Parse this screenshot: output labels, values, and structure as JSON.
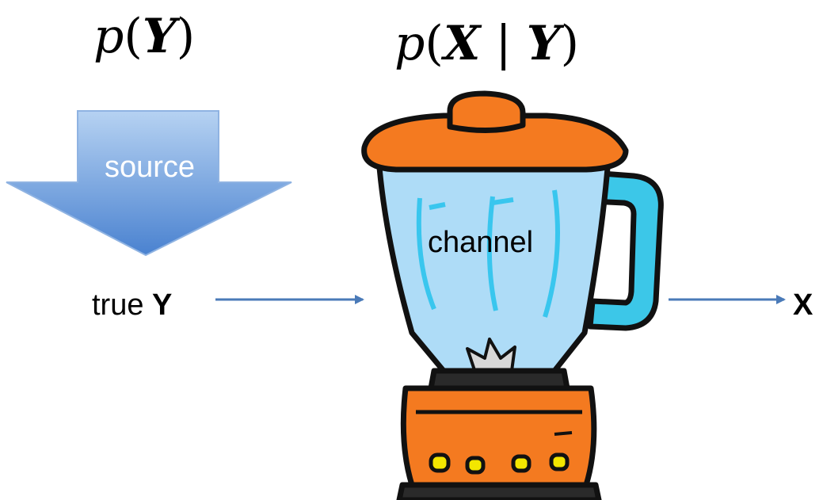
{
  "formulas": {
    "prior": {
      "p": "p",
      "open": "(",
      "var": "Y",
      "close": ")"
    },
    "likelihood": {
      "p": "p",
      "open": "(",
      "var1": "X",
      "bar": " | ",
      "var2": "Y",
      "close": ")"
    }
  },
  "labels": {
    "source": "source",
    "channel": "channel",
    "true_prefix": "true ",
    "true_var": "Y",
    "output": "X"
  },
  "colors": {
    "arrow": "#4a7ab8",
    "source_arrow_top": "#a9c8ee",
    "source_arrow_bottom": "#4f86d2",
    "blender_orange": "#f47a20",
    "blender_glass": "#aedcf7",
    "blender_handle": "#3cc7e8",
    "outline": "#111111"
  }
}
